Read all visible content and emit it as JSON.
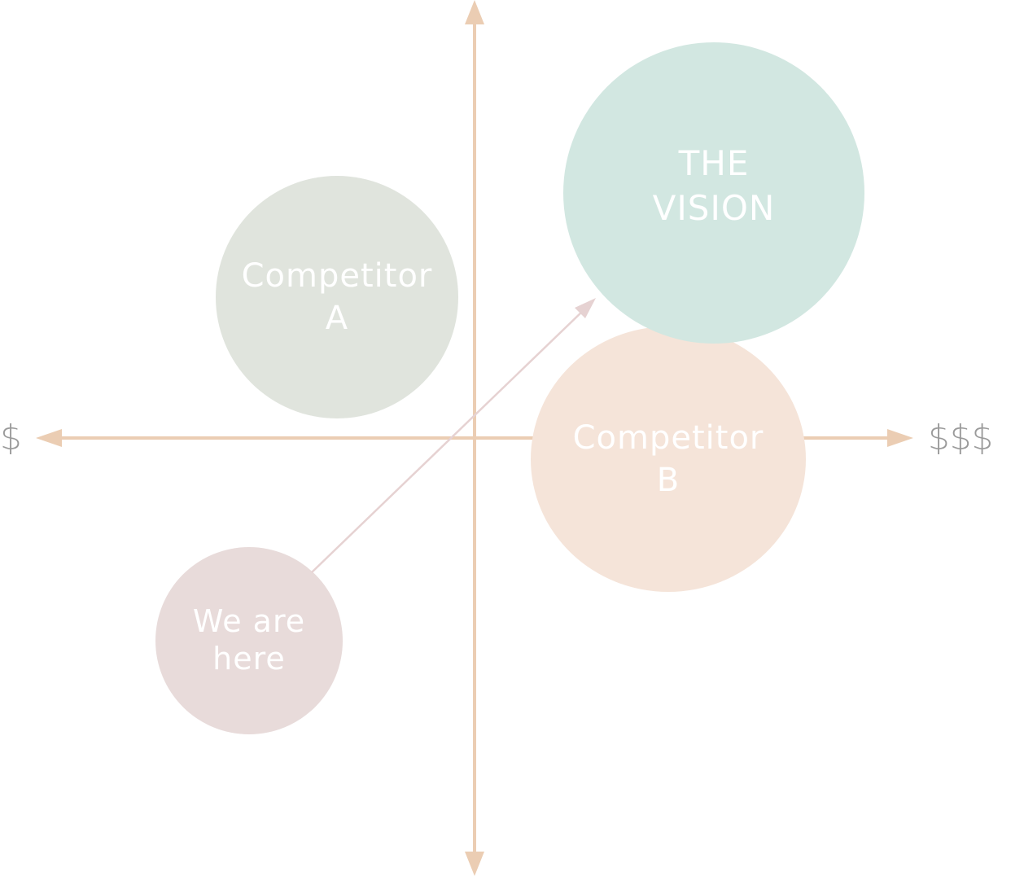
{
  "axes": {
    "left_label": "$",
    "right_label": "$$$"
  },
  "bubbles": {
    "competitor_a": {
      "line1": "Competitor",
      "line2": "A"
    },
    "competitor_b": {
      "line1": "Competitor",
      "line2": "B"
    },
    "vision": {
      "line1": "THE",
      "line2": "VISION"
    },
    "we_are_here": {
      "line1": "We are",
      "line2": "here"
    }
  },
  "colors": {
    "axis": "#EBCDB3",
    "competitor_a": "#E0E4DD",
    "competitor_b": "#F5E4D9",
    "vision": "#D2E7E1",
    "we_are_here": "#E8DBDA",
    "path_arrow": "#E6D2D2",
    "axis_text": "#9A9A9A"
  }
}
